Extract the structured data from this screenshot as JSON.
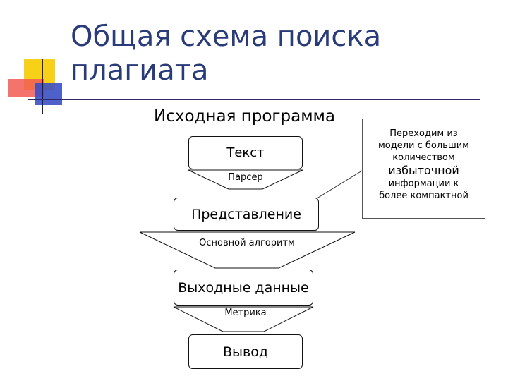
{
  "slide": {
    "title_line1": "Общая схема поиска",
    "title_line2": "плагиата",
    "subtitle": "Исходная программа"
  },
  "flow": {
    "text": "Текст",
    "parser": "Парсер",
    "representation": "Представление",
    "main_algorithm": "Основной алгоритм",
    "output_data": "Выходные данные",
    "metric": "Метрика",
    "result": "Вывод"
  },
  "note": {
    "line1": "Переходим из",
    "line2": "модели с большим",
    "line3": "количеством",
    "line4": "избыточной",
    "line5": "информации к",
    "line6": "более компактной"
  },
  "colors": {
    "title": "#2a3b7a",
    "accent_yellow": "#f7d117",
    "accent_red": "#f25c54",
    "accent_blue": "#3b4fc4"
  }
}
